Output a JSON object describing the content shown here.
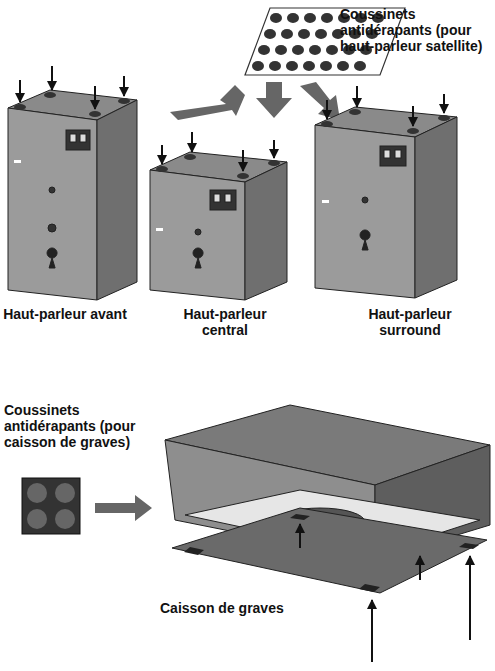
{
  "diagram": {
    "labels": [
      "Coussinets antidérapants (pour haut-parleur satellite)",
      "Haut-parleur avant",
      "Haut-parleur central",
      "Haut-parleur surround",
      "Coussinets antidérapants (pour caisson de graves)",
      "Caisson de graves"
    ]
  }
}
